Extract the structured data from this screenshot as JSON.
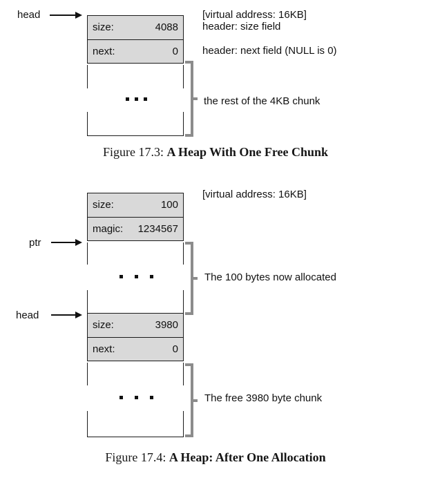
{
  "colors": {
    "row_fill": "#d9d9d9",
    "line": "#1a1a1a",
    "bracket": "#8c8c8c",
    "text": "#111111"
  },
  "figure1": {
    "head_label": "head",
    "rows": [
      {
        "label": "size:",
        "value": "4088"
      },
      {
        "label": "next:",
        "value": "0"
      }
    ],
    "notes": {
      "virtual_address": "[virtual address: 16KB]",
      "size_field": "header: size field",
      "next_field": "header: next field (NULL is 0)",
      "rest": "the rest of the 4KB chunk"
    },
    "caption_prefix": "Figure 17.3:",
    "caption_title": "A Heap With One Free Chunk"
  },
  "figure2": {
    "ptr_label": "ptr",
    "head_label": "head",
    "allocated_rows": [
      {
        "label": "size:",
        "value": "100"
      },
      {
        "label": "magic:",
        "value": "1234567"
      }
    ],
    "free_rows": [
      {
        "label": "size:",
        "value": "3980"
      },
      {
        "label": "next:",
        "value": "0"
      }
    ],
    "notes": {
      "virtual_address": "[virtual address: 16KB]",
      "allocated": "The 100 bytes now allocated",
      "free": "The free 3980 byte chunk"
    },
    "caption_prefix": "Figure 17.4:",
    "caption_title": "A Heap: After One Allocation"
  }
}
